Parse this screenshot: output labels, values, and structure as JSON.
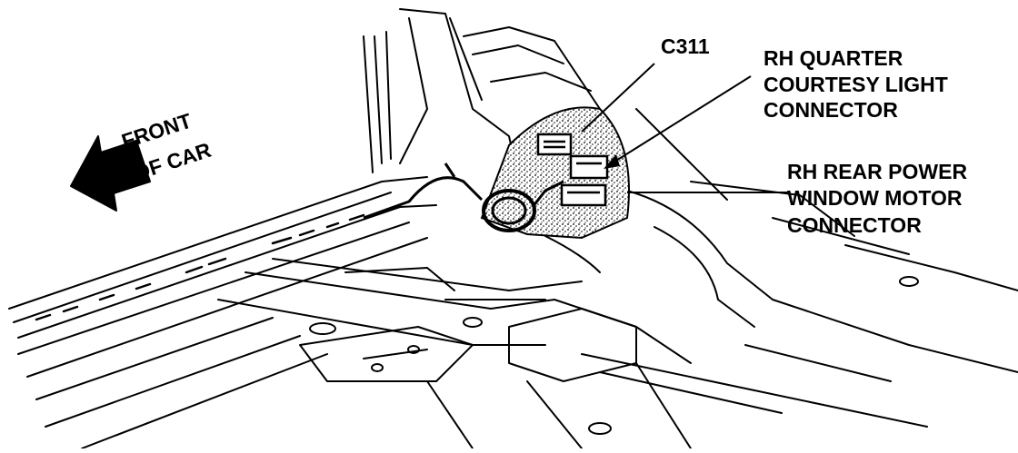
{
  "diagram": {
    "front_of_car": [
      "FRONT",
      "OF CAR"
    ],
    "callout_c311": "C311",
    "callout_quarter_light": [
      "RH QUARTER",
      "COURTESY LIGHT",
      "CONNECTOR"
    ],
    "callout_window_motor": [
      "RH REAR POWER",
      "WINDOW MOTOR",
      "CONNECTOR"
    ]
  },
  "colors": {
    "ink": "#000000",
    "paper": "#ffffff"
  }
}
